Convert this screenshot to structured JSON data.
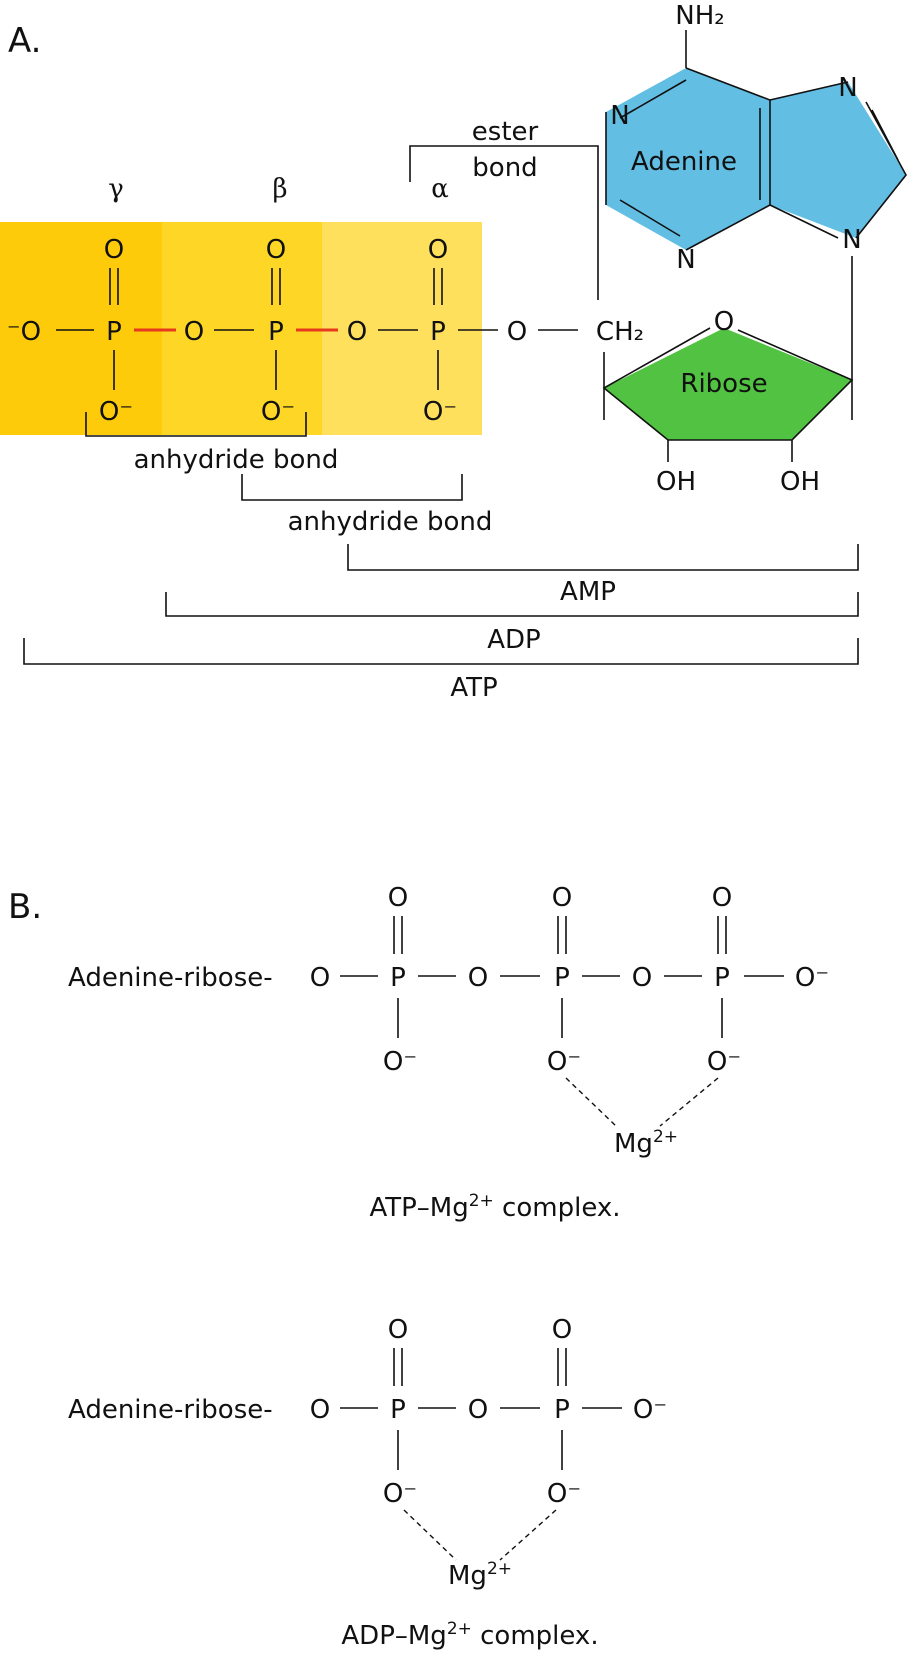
{
  "panel_a": {
    "label": "A.",
    "greek": {
      "gamma": "γ",
      "beta": "β",
      "alpha": "α"
    },
    "atoms": {
      "O": "O",
      "P": "P",
      "O_minus": "O⁻",
      "minus_O": "⁻O",
      "CH2": "CH₂",
      "OH": "OH",
      "N": "N",
      "NH2": "NH₂"
    },
    "ring_labels": {
      "adenine": "Adenine",
      "ribose": "Ribose"
    },
    "ester_bond": [
      "ester",
      "bond"
    ],
    "anhydride_bond_1": "anhydride bond",
    "anhydride_bond_2": "anhydride bond",
    "amp": "AMP",
    "adp": "ADP",
    "atp": "ATP",
    "colors": {
      "gamma_box": "#fecb0a",
      "beta_box": "#fed726",
      "alpha_box": "#ffe05c",
      "adenine": "#63bee3",
      "ribose": "#52c242",
      "high_energy_bond": "#e53a1e"
    }
  },
  "panel_b": {
    "label": "B.",
    "atp_complex": {
      "prefix": "Adenine-ribose-",
      "o": "O",
      "p": "P",
      "o_minus": "O⁻",
      "mg": "Mg",
      "mg_charge": "2+",
      "caption_pre": "ATP–Mg",
      "caption_charge": "2+",
      "caption_post": " complex."
    },
    "adp_complex": {
      "prefix": "Adenine-ribose-",
      "o": "O",
      "p": "P",
      "o_minus": "O⁻",
      "mg": "Mg",
      "mg_charge": "2+",
      "caption_pre": "ADP–Mg",
      "caption_charge": "2+",
      "caption_post": " complex."
    }
  }
}
